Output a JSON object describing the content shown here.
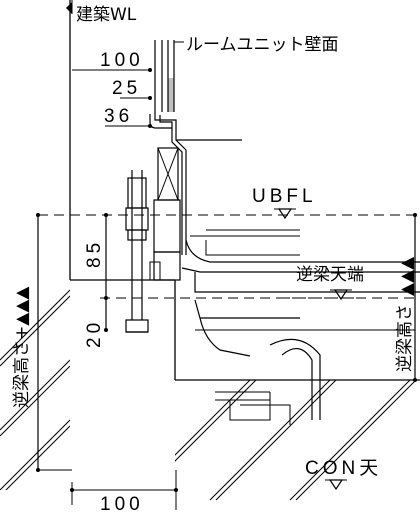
{
  "labels": {
    "building_wl": "建築WL",
    "room_unit_wall": "ルームユニット壁面",
    "ubfl": "UBFL",
    "beam_top": "逆梁天端",
    "con_top": "CON天",
    "beam_height_plus": "逆梁高さ+▲▲▲",
    "beam_height": "逆梁高さ",
    "triangles_right_top": "▲▲▲",
    "dims": {
      "d100_top": "100",
      "d25": "25",
      "d36": "36",
      "d85": "85",
      "d20": "20",
      "d100_bottom": "100"
    }
  }
}
